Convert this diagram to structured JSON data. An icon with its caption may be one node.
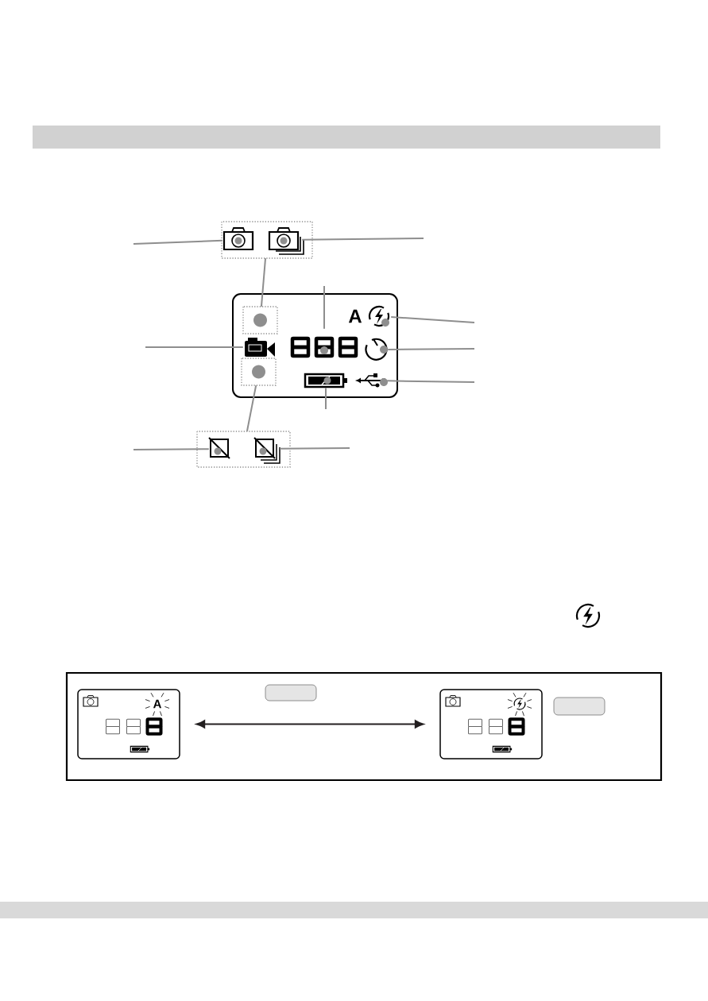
{
  "diagram": {
    "nodes": [
      {
        "text": [],
        "shape": "box"
      },
      {
        "text": [],
        "shape": "camera",
        "in": 0
      },
      {
        "text": [],
        "shape": "camera",
        "in": 0
      },
      {
        "text": [],
        "shape": "box"
      },
      {
        "text": [],
        "shape": "box",
        "in": 3
      },
      {
        "text": [],
        "shape": "camcorder",
        "in": 3
      },
      {
        "text": [],
        "shape": "digits",
        "in": 3
      },
      {
        "text": [],
        "shape": "flash",
        "in": 3
      },
      {
        "text": [],
        "shape": "timer",
        "in": 3
      },
      {
        "text": [],
        "shape": "box",
        "in": 3
      },
      {
        "text": [],
        "shape": "battery",
        "in": 3
      },
      {
        "text": [],
        "shape": "plug",
        "in": 3
      },
      {
        "text": [],
        "shape": "box"
      },
      {
        "text": [],
        "shape": "frame",
        "in": 12
      },
      {
        "text": [],
        "shape": "frame",
        "in": 12
      },
      {
        "text": [],
        "shape": "box"
      },
      {
        "text": [],
        "shape": "screen",
        "in": 15
      },
      {
        "text": [],
        "shape": "button",
        "in": 15
      },
      {
        "text": [],
        "shape": "screen",
        "in": 15
      },
      {
        "text": [],
        "shape": "button",
        "in": 15
      }
    ],
    "edges": [
      {
        "from": null,
        "to": 1,
        "arrow": "none"
      },
      {
        "from": null,
        "to": 2,
        "arrow": "none"
      },
      {
        "from": 0,
        "to": 4,
        "arrow": "none"
      },
      {
        "from": 12,
        "to": 9,
        "arrow": "none"
      },
      {
        "from": null,
        "to": 6,
        "arrow": "none"
      },
      {
        "from": null,
        "to": 7,
        "arrow": "none"
      },
      {
        "from": null,
        "to": 8,
        "arrow": "none"
      },
      {
        "from": null,
        "to": 11,
        "arrow": "none"
      },
      {
        "from": null,
        "to": 5,
        "arrow": "none"
      },
      {
        "from": null,
        "to": 10,
        "arrow": "none"
      },
      {
        "from": null,
        "to": 13,
        "arrow": "none"
      },
      {
        "from": null,
        "to": 14,
        "arrow": "none"
      },
      {
        "from": 16,
        "to": 18,
        "arrow": "both",
        "color": "#231f20"
      }
    ],
    "labels": [
      "A",
      "A"
    ]
  }
}
